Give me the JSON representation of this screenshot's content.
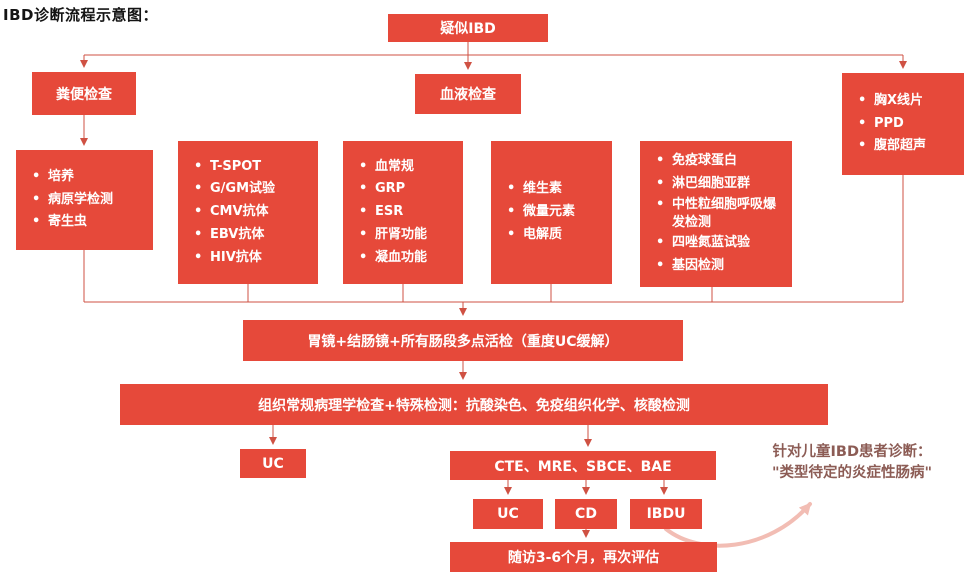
{
  "title": "IBD诊断流程示意图：",
  "colors": {
    "box_red": "#e6493a",
    "line_red": "#cf5143",
    "annotation_arrow_pink": "#f2bdb4",
    "annotation_text": "#8c5c55"
  },
  "nodes": {
    "suspected": "疑似IBD",
    "stool": "粪便检查",
    "blood": "血液检查",
    "endoscopy": "胃镜+结肠镜+所有肠段多点活检（重度UC缓解）",
    "pathology": "组织常规病理学检查+特殊检测：抗酸染色、免疫组织化学、核酸检测",
    "uc_branch": "UC",
    "imaging_exams": "CTE、MRE、SBCE、BAE",
    "uc": "UC",
    "cd": "CD",
    "ibdu": "IBDU",
    "followup": "随访3-6个月，再次评估"
  },
  "lists": {
    "imaging_baseline": [
      "胸X线片",
      "PPD",
      "腹部超声"
    ],
    "stool_tests": [
      "培养",
      "病原学检测",
      "寄生虫"
    ],
    "infection_tests": [
      "T-SPOT",
      "G/GM试验",
      "CMV抗体",
      "EBV抗体",
      "HIV抗体"
    ],
    "blood_routine": [
      "血常规",
      "GRP",
      "ESR",
      "肝肾功能",
      "凝血功能"
    ],
    "nutrition": [
      "维生素",
      "微量元素",
      "电解质"
    ],
    "immunology": [
      "免疫球蛋白",
      "淋巴细胞亚群",
      "中性粒细胞呼吸爆发检测",
      "四唑氮蓝试验",
      "基因检测"
    ]
  },
  "annotation": {
    "line1": "针对儿童IBD患者诊断：",
    "line2": "\"类型待定的炎症性肠病\""
  }
}
